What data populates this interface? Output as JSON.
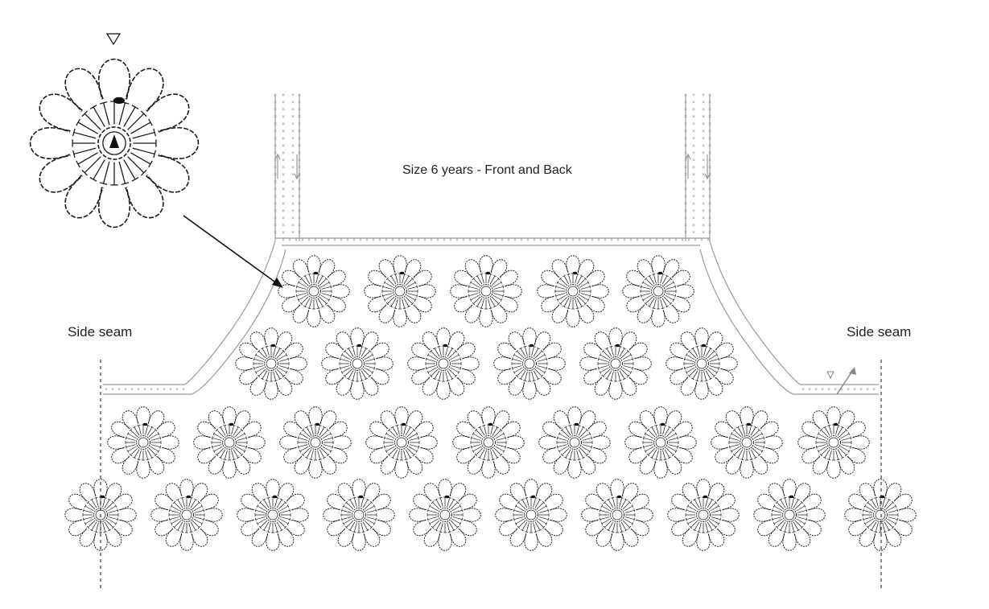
{
  "diagram": {
    "title": "Size 6 years - Front and Back",
    "side_seam_left": "Side seam",
    "side_seam_right": "Side seam",
    "motif_rows": [
      5,
      6,
      9,
      10
    ],
    "colors": {
      "motif_stroke": "#1a1a1a",
      "edging": "#9a9a9a",
      "seam_line": "#333333"
    }
  }
}
